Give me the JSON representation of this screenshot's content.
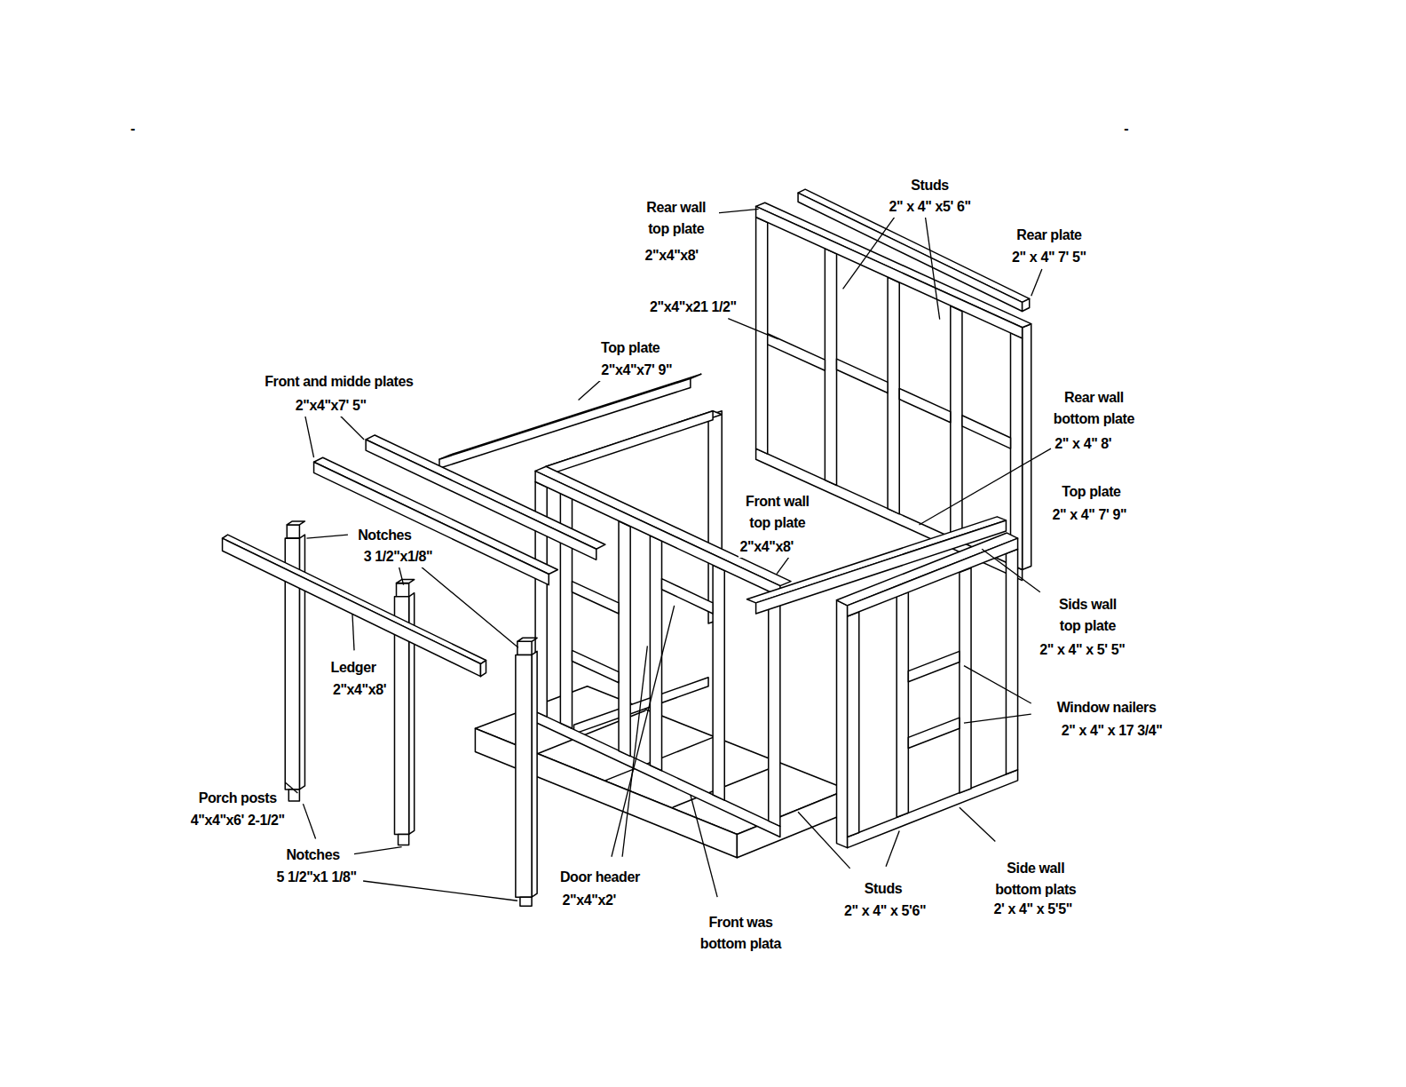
{
  "diagram": {
    "labels": [
      "-",
      "-",
      "Studs",
      "2\" x 4\" x5' 6\"",
      "Rear wall top plate",
      "2\"x4\"x8'",
      "Rear plate",
      "2\" x 4\" 7' 5\"",
      "2\"x4\"x21 1/2\"",
      "Top plate",
      "2\"x4\"x7' 9\"",
      "Front and midde plates",
      "2\"x4\"x7' 5\"",
      "Rear wall bottom plate",
      "2\" x 4\" 8'",
      "Top plate",
      "2\" x 4\" 7' 9\"",
      "Front wall top plate",
      "2\"x4\"x8'",
      "Notches",
      "3 1/2\"x1/8\"",
      "Sids wall top plate",
      "2\" x 4\" x 5' 5\"",
      "Ledger",
      "2\"x4\"x8'",
      "Window nailers",
      "2\" x 4\" x 17 3/4\"",
      "Porch posts",
      "4\"x4\"x6' 2-1/2\"",
      "Notches",
      "5 1/2\"x1 1/8\"",
      "Door header",
      "2\"x4\"x2'",
      "Studs",
      "2\" x 4\" x 5'6\"",
      "Side wall bottom plats",
      "2' x 4\" x 5'5\"",
      "Front was bottom plata"
    ]
  }
}
